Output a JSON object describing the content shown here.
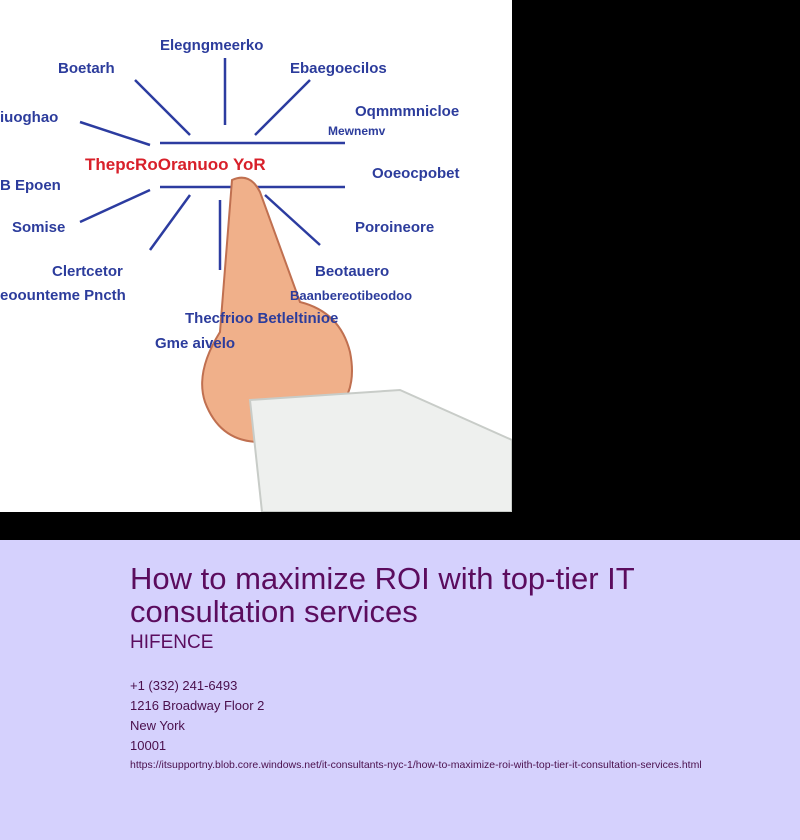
{
  "hero_image": {
    "center_label": "ThepcRoOranuoo YoR",
    "labels": [
      "Elegngmeerko",
      "Boetarh",
      "Ebaegoecilos",
      "Oqmmmnicloe",
      "Mewnemv",
      "iuoghao",
      "Ooeocpobet",
      "B Epoen",
      "Somise",
      "Poroineore",
      "Clertcetor",
      "eoounteme Pncth",
      "Beotauero",
      "Baanbereotibeodoo",
      "Thecfrioo Betleltinioe",
      "Gme aivelo"
    ]
  },
  "article": {
    "title": "How to maximize ROI with top-tier IT consultation services",
    "brand": "HIFENCE",
    "phone": "+1 (332) 241-6493",
    "address": "1216 Broadway Floor 2",
    "city": "New York",
    "zip": "10001",
    "url": "https://itsupportny.blob.core.windows.net/it-consultants-nyc-1/how-to-maximize-roi-with-top-tier-it-consultation-services.html"
  }
}
